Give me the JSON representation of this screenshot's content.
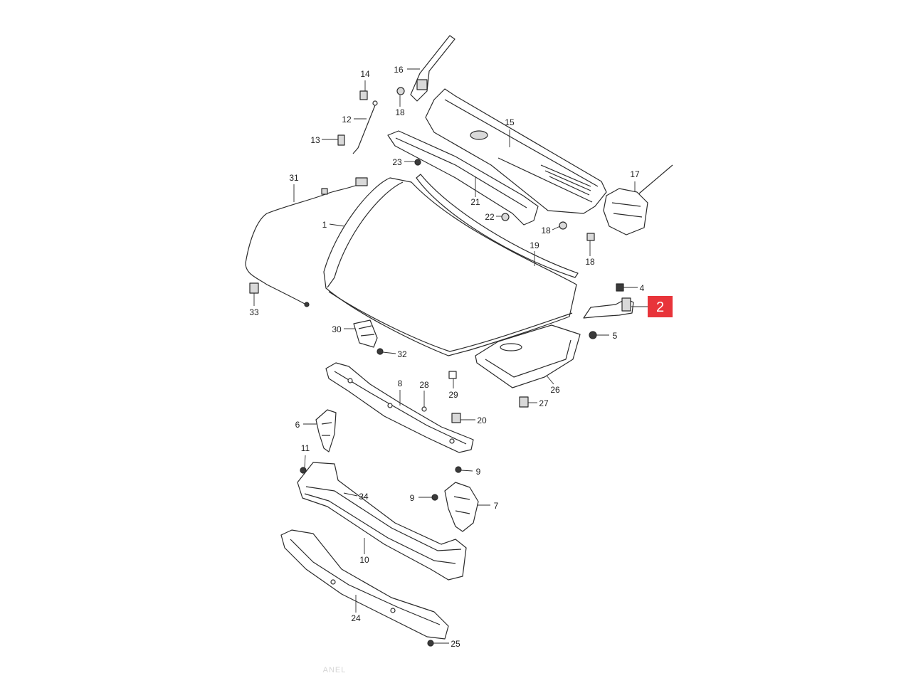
{
  "diagram": {
    "highlight_color": "#e8343a",
    "selected_part": "2",
    "callouts": [
      {
        "number": "14"
      },
      {
        "number": "16"
      },
      {
        "number": "18"
      },
      {
        "number": "12"
      },
      {
        "number": "13"
      },
      {
        "number": "15"
      },
      {
        "number": "23"
      },
      {
        "number": "17"
      },
      {
        "number": "31"
      },
      {
        "number": "21"
      },
      {
        "number": "22"
      },
      {
        "number": "18"
      },
      {
        "number": "18"
      },
      {
        "number": "1"
      },
      {
        "number": "19"
      },
      {
        "number": "4"
      },
      {
        "number": "33"
      },
      {
        "number": "30"
      },
      {
        "number": "5"
      },
      {
        "number": "32"
      },
      {
        "number": "8"
      },
      {
        "number": "28"
      },
      {
        "number": "29"
      },
      {
        "number": "26"
      },
      {
        "number": "27"
      },
      {
        "number": "20"
      },
      {
        "number": "6"
      },
      {
        "number": "11"
      },
      {
        "number": "9"
      },
      {
        "number": "34"
      },
      {
        "number": "9"
      },
      {
        "number": "7"
      },
      {
        "number": "10"
      },
      {
        "number": "24"
      },
      {
        "number": "25"
      }
    ],
    "watermark": "ANEL"
  }
}
